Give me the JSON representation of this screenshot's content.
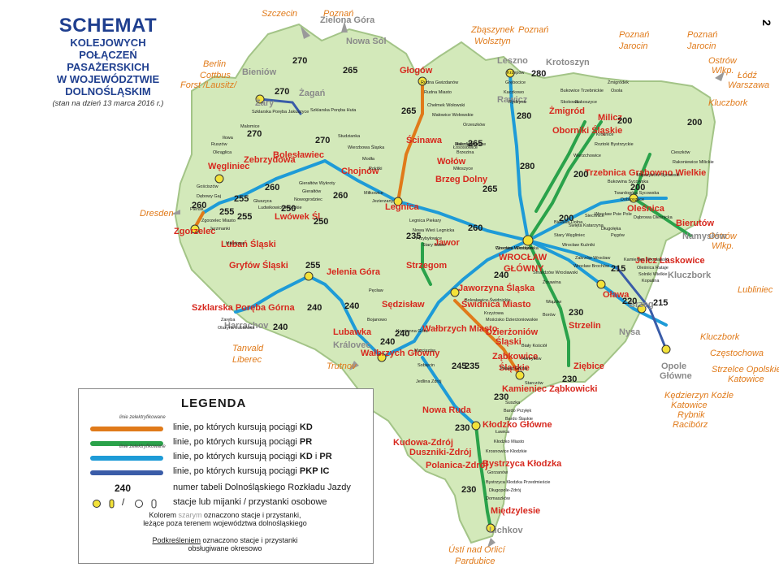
{
  "page_number": "2",
  "title": {
    "line1": "SCHEMAT",
    "line2": "KOLEJOWYCH",
    "line3": "POŁĄCZEŃ",
    "line4": "PASAŻERSKICH",
    "line5": "W WOJEWÓDZTWIE",
    "line6": "DOLNOŚLĄSKIM",
    "subtitle": "(stan na dzień 13 marca 2016 r.)"
  },
  "colors": {
    "kd": "#e07a1a",
    "pr": "#2aa24a",
    "kd_pr": "#1e9bd7",
    "ic": "#3a5ca8",
    "region": "#cfe7b3",
    "border": "#9fbf7e",
    "station_yellow": "#f3e23a",
    "red_label": "#d7281e",
    "blue_label": "#2456a6",
    "gray_label": "#8a8a8a",
    "orange_label": "#e07a1a"
  },
  "legend": {
    "title": "LEGENDA",
    "small_tag": "linie zelektryfikowane",
    "rows": [
      {
        "label_pre": "linie, po których kursują pociągi ",
        "label_bold": "KD",
        "color": "#e07a1a"
      },
      {
        "label_pre": "linie, po których kursują pociągi ",
        "label_bold": "PR",
        "color": "#2aa24a"
      },
      {
        "label_pre": "linie, po których kursują pociągi ",
        "label_bold": "KD",
        "label_mid": " i ",
        "label_bold2": "PR",
        "color": "#1e9bd7"
      },
      {
        "label_pre": "linie, po których kursują pociągi ",
        "label_bold": "PKP IC",
        "color": "#3a5ca8"
      }
    ],
    "table_number_example": "240",
    "table_number_text": "numer tabeli Dolnośląskiego Rozkładu Jazdy",
    "stations_text": "stacje lub mijanki / przystanki osobowe",
    "slash": "/",
    "note_gray_pre": "Kolorem ",
    "note_gray_word": "szarym",
    "note_gray_post": " oznaczono stacje i przystanki,",
    "note_gray_line2": "leżące poza terenem województwa dolnośląskiego",
    "note_underline_word": "Podkreśleniem",
    "note_underline_post": " oznaczono stacje i przystanki",
    "note_underline_line2": "obsługiwane okresowo"
  },
  "border_labels": [
    {
      "id": "szczecin",
      "text": "Szczecin"
    },
    {
      "id": "poznan1",
      "text": "Poznań"
    },
    {
      "id": "berlin",
      "text": "Berlin"
    },
    {
      "id": "cottbus",
      "text": "Cottbus"
    },
    {
      "id": "forst",
      "text": "Forst /Lausitz/"
    },
    {
      "id": "dresden",
      "text": "Dresden"
    },
    {
      "id": "tanvald",
      "text": "Tanvald"
    },
    {
      "id": "liberec",
      "text": "Liberec"
    },
    {
      "id": "trutnov",
      "text": "Trutnov"
    },
    {
      "id": "zbaszynek",
      "text": "Zbąszynek"
    },
    {
      "id": "wolsztyn",
      "text": "Wolsztyn"
    },
    {
      "id": "poznan2",
      "text": "Poznań"
    },
    {
      "id": "poznan3",
      "text": "Poznań"
    },
    {
      "id": "jarocin1",
      "text": "Jarocin"
    },
    {
      "id": "poznan4",
      "text": "Poznań"
    },
    {
      "id": "jarocin2",
      "text": "Jarocin"
    },
    {
      "id": "ostrow1",
      "text": "Ostrów"
    },
    {
      "id": "wlkp1",
      "text": "Wlkp."
    },
    {
      "id": "lodz",
      "text": "Łódź"
    },
    {
      "id": "warszawa",
      "text": "Warszawa"
    },
    {
      "id": "kluczbork1",
      "text": "Kluczbork"
    },
    {
      "id": "ostrow2",
      "text": "Ostrów"
    },
    {
      "id": "wlkp2",
      "text": "Wlkp."
    },
    {
      "id": "lubliniec",
      "text": "Lubliniec"
    },
    {
      "id": "kluczbork2",
      "text": "Kluczbork"
    },
    {
      "id": "czestochowa",
      "text": "Częstochowa"
    },
    {
      "id": "strzelce",
      "text": "Strzelce Opolskie"
    },
    {
      "id": "katowice1",
      "text": "Katowice"
    },
    {
      "id": "kedzierzyn",
      "text": "Kędzierzyn Koźle"
    },
    {
      "id": "katowice2",
      "text": "Katowice"
    },
    {
      "id": "rybnik",
      "text": "Rybnik"
    },
    {
      "id": "raciborz",
      "text": "Racibórz"
    },
    {
      "id": "usti",
      "text": "Ústí nad Orlicí"
    },
    {
      "id": "pardubice",
      "text": "Pardubice"
    }
  ],
  "major_stations_red": [
    {
      "id": "glogow",
      "text": "Głogów"
    },
    {
      "id": "scinawa",
      "text": "Ścinawa"
    },
    {
      "id": "wolow",
      "text": "Wołów"
    },
    {
      "id": "brzeg-dolny",
      "text": "Brzeg Dolny"
    },
    {
      "id": "legnica",
      "text": "Legnica"
    },
    {
      "id": "jawor",
      "text": "Jawor"
    },
    {
      "id": "strzegom",
      "text": "Strzegom"
    },
    {
      "id": "jaworzyna",
      "text": "Jaworzyna Śląska"
    },
    {
      "id": "swidnica",
      "text": "Świdnica Miasto"
    },
    {
      "id": "dzierzoniow",
      "text": "Dzierżoniów"
    },
    {
      "id": "slaski",
      "text": "Śląski"
    },
    {
      "id": "zabkowice",
      "text": "Ząbkowice"
    },
    {
      "id": "zabkowice-slaskie",
      "text": "Śląskie"
    },
    {
      "id": "kamieniec",
      "text": "Kamieniec Ząbkowicki"
    },
    {
      "id": "klodzko",
      "text": "Kłodzko Główne"
    },
    {
      "id": "bystrzyca",
      "text": "Bystrzyca Kłodzka"
    },
    {
      "id": "miedzylesie",
      "text": "Międzylesie"
    },
    {
      "id": "nowa-ruda",
      "text": "Nowa Ruda"
    },
    {
      "id": "walbrzych-glowny",
      "text": "Wałbrzych Główny"
    },
    {
      "id": "walbrzych-miasto",
      "text": "Wałbrzych Miasto"
    },
    {
      "id": "jelenia-gora",
      "text": "Jelenia Góra"
    },
    {
      "id": "szklarska",
      "text": "Szklarska Poręba Górna"
    },
    {
      "id": "lubawka",
      "text": "Lubawka"
    },
    {
      "id": "sedzislaw",
      "text": "Sędzisław"
    },
    {
      "id": "gryfow",
      "text": "Gryfów Śląski"
    },
    {
      "id": "luban",
      "text": "Lubań Śląski"
    },
    {
      "id": "lwowek",
      "text": "Lwówek Śl."
    },
    {
      "id": "zgorzelec",
      "text": "Zgorzelec"
    },
    {
      "id": "wegliniec",
      "text": "Węgliniec"
    },
    {
      "id": "zebrzydowa",
      "text": "Zebrzydowa"
    },
    {
      "id": "boleslawiec",
      "text": "Bolesławiec"
    },
    {
      "id": "chojnow",
      "text": "Chojnów"
    },
    {
      "id": "wroclaw",
      "text": "WROCŁAW"
    },
    {
      "id": "wroclaw2",
      "text": "GŁÓWNY"
    },
    {
      "id": "olawa",
      "text": "Oława"
    },
    {
      "id": "strzelin",
      "text": "Strzelin"
    },
    {
      "id": "ziebice",
      "text": "Ziębice"
    },
    {
      "id": "olesnica",
      "text": "Oleśnica"
    },
    {
      "id": "trzebnica",
      "text": "Trzebnica"
    },
    {
      "id": "milicz",
      "text": "Milicz"
    },
    {
      "id": "zmigrod",
      "text": "Żmigród"
    },
    {
      "id": "oborniki",
      "text": "Oborniki Śląskie"
    },
    {
      "id": "bierutow",
      "text": "Bierutów"
    },
    {
      "id": "jelcz",
      "text": "Jelcz Laskowice"
    },
    {
      "id": "grabowno",
      "text": "Grabowno Wielkie"
    },
    {
      "id": "kudowa",
      "text": "Kudowa-Zdrój"
    },
    {
      "id": "duszniki",
      "text": "Duszniki-Zdrój"
    },
    {
      "id": "polanica",
      "text": "Polanica-Zdrój"
    }
  ],
  "major_stations_blue": [
    {
      "id": "zielona-gora",
      "text": "Zielona Góra"
    },
    {
      "id": "nowa-sol",
      "text": "Nowa Sól"
    },
    {
      "id": "bielnow",
      "text": "Bieniów"
    },
    {
      "id": "zary",
      "text": "Żary"
    },
    {
      "id": "zagan",
      "text": "Żagań"
    },
    {
      "id": "leszno",
      "text": "Leszno"
    },
    {
      "id": "rawicz",
      "text": "Rawicz"
    },
    {
      "id": "namyslow",
      "text": "Namysłów"
    },
    {
      "id": "kluczbork",
      "text": "Kluczbork"
    },
    {
      "id": "brzeg",
      "text": "Brzeg"
    },
    {
      "id": "nysa",
      "text": "Nysa"
    },
    {
      "id": "opole",
      "text": "Opole"
    },
    {
      "id": "opole2",
      "text": "Główne"
    },
    {
      "id": "harrachov",
      "text": "Harrachov"
    },
    {
      "id": "kralovec",
      "text": "Královec"
    },
    {
      "id": "krotoszyn",
      "text": "Krotoszyn"
    },
    {
      "id": "lichkov",
      "text": "Lichkov"
    }
  ],
  "table_numbers": [
    {
      "id": "n270a",
      "text": "270"
    },
    {
      "id": "n270b",
      "text": "270"
    },
    {
      "id": "n270c",
      "text": "270"
    },
    {
      "id": "n270d",
      "text": "270"
    },
    {
      "id": "n265a",
      "text": "265"
    },
    {
      "id": "n265b",
      "text": "265"
    },
    {
      "id": "n265c",
      "text": "265"
    },
    {
      "id": "n265d",
      "text": "265"
    },
    {
      "id": "n280a",
      "text": "280"
    },
    {
      "id": "n280b",
      "text": "280"
    },
    {
      "id": "n280c",
      "text": "280"
    },
    {
      "id": "n200a",
      "text": "200"
    },
    {
      "id": "n200b",
      "text": "200"
    },
    {
      "id": "n200c",
      "text": "200"
    },
    {
      "id": "n200d",
      "text": "200"
    },
    {
      "id": "n200e",
      "text": "200"
    },
    {
      "id": "n260a",
      "text": "260"
    },
    {
      "id": "n260b",
      "text": "260"
    },
    {
      "id": "n260c",
      "text": "260"
    },
    {
      "id": "n255a",
      "text": "255"
    },
    {
      "id": "n255b",
      "text": "255"
    },
    {
      "id": "n255c",
      "text": "255"
    },
    {
      "id": "n255d",
      "text": "255"
    },
    {
      "id": "n250a",
      "text": "250"
    },
    {
      "id": "n250b",
      "text": "250"
    },
    {
      "id": "n240a",
      "text": "240"
    },
    {
      "id": "n240b",
      "text": "240"
    },
    {
      "id": "n240c",
      "text": "240"
    },
    {
      "id": "n240d",
      "text": "240"
    },
    {
      "id": "n240e",
      "text": "240"
    },
    {
      "id": "n240f",
      "text": "240"
    },
    {
      "id": "n235a",
      "text": "235"
    },
    {
      "id": "n235b",
      "text": "235"
    },
    {
      "id": "n230a",
      "text": "230"
    },
    {
      "id": "n230b",
      "text": "230"
    },
    {
      "id": "n230c",
      "text": "230"
    },
    {
      "id": "n230d",
      "text": "230"
    },
    {
      "id": "n230e",
      "text": "230"
    },
    {
      "id": "n220",
      "text": "220"
    },
    {
      "id": "n215a",
      "text": "215"
    },
    {
      "id": "n215b",
      "text": "215"
    },
    {
      "id": "n245",
      "text": "245"
    },
    {
      "id": "n260d",
      "text": "260"
    }
  ],
  "small_stations": [
    {
      "id": "s1",
      "text": "Wrocław Mikołajów"
    },
    {
      "id": "s2",
      "text": "Malczyce"
    },
    {
      "id": "s3",
      "text": "Rokitki"
    },
    {
      "id": "s4",
      "text": "Modła"
    },
    {
      "id": "s5",
      "text": "Wierzbowa Śląska"
    },
    {
      "id": "s6",
      "text": "Studzianka"
    },
    {
      "id": "s7",
      "text": "Miłkowice"
    },
    {
      "id": "s8",
      "text": "Jezierzany"
    },
    {
      "id": "s9",
      "text": "Legnica Piekary"
    },
    {
      "id": "s10",
      "text": "Nowa Wieś Legnicka"
    },
    {
      "id": "s11",
      "text": "Przybyłowice"
    },
    {
      "id": "s12",
      "text": "Stary Jawor"
    },
    {
      "id": "s13",
      "text": "Bolesławice Świdnickie"
    },
    {
      "id": "s14",
      "text": "Mościsko Dzierżoniowskie"
    },
    {
      "id": "s15",
      "text": "Krzyżowa"
    },
    {
      "id": "s16",
      "text": "Piława Górna"
    },
    {
      "id": "s17",
      "text": "Henryków"
    },
    {
      "id": "s18",
      "text": "Biały Kościół"
    },
    {
      "id": "s19",
      "text": "Wiązów"
    },
    {
      "id": "s20",
      "text": "Borów"
    },
    {
      "id": "s21",
      "text": "Żórawina"
    },
    {
      "id": "s22",
      "text": "Smardzów Wrocławski"
    },
    {
      "id": "s23",
      "text": "Starczów"
    },
    {
      "id": "s24",
      "text": "Suszka"
    },
    {
      "id": "s25",
      "text": "Bardo Przyłęk"
    },
    {
      "id": "s26",
      "text": "Bardo Śląskie"
    },
    {
      "id": "s27",
      "text": "Ławica"
    },
    {
      "id": "s28",
      "text": "Kłodzko Miasto"
    },
    {
      "id": "s29",
      "text": "Krosnowice Kłodzkie"
    },
    {
      "id": "s30",
      "text": "Gorzanów"
    },
    {
      "id": "s31",
      "text": "Bystrzyca Kłodzka Przedmieście"
    },
    {
      "id": "s32",
      "text": "Długopole-Zdrój"
    },
    {
      "id": "s33",
      "text": "Domaszków"
    },
    {
      "id": "s34",
      "text": "Roztoki Bystrzyckie"
    },
    {
      "id": "s35",
      "text": "Krośnice"
    },
    {
      "id": "s36",
      "text": "Wierzchowice"
    },
    {
      "id": "s37",
      "text": "Bukowice Trzebnickie"
    },
    {
      "id": "s38",
      "text": "Skokowa"
    },
    {
      "id": "s39",
      "text": "Żmigródek"
    },
    {
      "id": "s40",
      "text": "Osola"
    },
    {
      "id": "s41",
      "text": "Rakoszyce"
    },
    {
      "id": "s42",
      "text": "Cieszków"
    },
    {
      "id": "s43",
      "text": "Rakoniewice Milickie"
    },
    {
      "id": "s44",
      "text": "Międzybórz Sycowski"
    },
    {
      "id": "s45",
      "text": "Bukowina Sycowska"
    },
    {
      "id": "s46",
      "text": "Twardogóra Sycowska"
    },
    {
      "id": "s47",
      "text": "Dobroszyce"
    },
    {
      "id": "s48",
      "text": "Dąbrowa Oleśnicka"
    },
    {
      "id": "s49",
      "text": "Oleśnica Rataje"
    },
    {
      "id": "s50",
      "text": "Solniki Wielkie"
    },
    {
      "id": "s51",
      "text": "Kopalina"
    },
    {
      "id": "s52",
      "text": "Miłoszyce"
    },
    {
      "id": "s53",
      "text": "Brzezina"
    },
    {
      "id": "s54",
      "text": "Łososiowice"
    },
    {
      "id": "s55",
      "text": "Orzeszków"
    },
    {
      "id": "s56",
      "text": "Małowice Wołowskie"
    },
    {
      "id": "s57",
      "text": "Chełmek Wołowski"
    },
    {
      "id": "s58",
      "text": "Rudna Miasto"
    },
    {
      "id": "s59",
      "text": "Rudna Gwizdanów"
    },
    {
      "id": "s60",
      "text": "Grębocice"
    },
    {
      "id": "s61",
      "text": "Krzepów"
    },
    {
      "id": "s62",
      "text": "Kaczkowo"
    },
    {
      "id": "s63",
      "text": "Rydzyna"
    },
    {
      "id": "s64",
      "text": "Bojanowo"
    },
    {
      "id": "s65",
      "text": "Pęcław"
    },
    {
      "id": "s66",
      "text": "Kamienna Góra"
    },
    {
      "id": "s67",
      "text": "Marciszów"
    },
    {
      "id": "s68",
      "text": "Sobięcin"
    },
    {
      "id": "s69",
      "text": "Jedlina Zdrój"
    },
    {
      "id": "s70",
      "text": "Głuszyca"
    },
    {
      "id": "s71",
      "text": "Ludwikowice Kłodzkie"
    },
    {
      "id": "s72",
      "text": "Gierałtów Wykroty"
    },
    {
      "id": "s73",
      "text": "Gierałtów"
    },
    {
      "id": "s74",
      "text": "Nowogrodziec"
    },
    {
      "id": "s75",
      "text": "Gościszów"
    },
    {
      "id": "s76",
      "text": "Dębowy Gaj"
    },
    {
      "id": "s77",
      "text": "Pieńsk"
    },
    {
      "id": "s78",
      "text": "Zgorzelec Miasto"
    },
    {
      "id": "s79",
      "text": "Jerzmanki"
    },
    {
      "id": "s80",
      "text": "Mikułowa"
    },
    {
      "id": "s81",
      "text": "Zaręba"
    },
    {
      "id": "s82",
      "text": "Olszyna Lubańska"
    },
    {
      "id": "s83",
      "text": "Szklarska Poręba Huta"
    },
    {
      "id": "s84",
      "text": "Szklarska Poręba Jakuszyce"
    },
    {
      "id": "s85",
      "text": "Malomice"
    },
    {
      "id": "s86",
      "text": "Iłowa"
    },
    {
      "id": "s87",
      "text": "Ruszów"
    },
    {
      "id": "s88",
      "text": "Okrąglica"
    },
    {
      "id": "s89",
      "text": "Stary Węgliniec"
    },
    {
      "id": "s90",
      "text": "Bielawa Dolna"
    },
    {
      "id": "s91",
      "text": "Wrocław Kuźniki"
    },
    {
      "id": "s92",
      "text": "Zakrzów Wrocław"
    },
    {
      "id": "s93",
      "text": "Wrocław Brochów"
    },
    {
      "id": "s94",
      "text": "Święta Katarzyna"
    },
    {
      "id": "s95",
      "text": "Siechnice"
    },
    {
      "id": "s96",
      "text": "Wrocław Psie Pole"
    },
    {
      "id": "s97",
      "text": "Długołęka"
    },
    {
      "id": "s98",
      "text": "Pęgów"
    },
    {
      "id": "s99",
      "text": "Kamieniec Wrocławski"
    },
    {
      "id": "s100",
      "text": "Czernica Wrocławska"
    },
    {
      "id": "s101",
      "text": "Jelcz Miłoszyce"
    }
  ]
}
